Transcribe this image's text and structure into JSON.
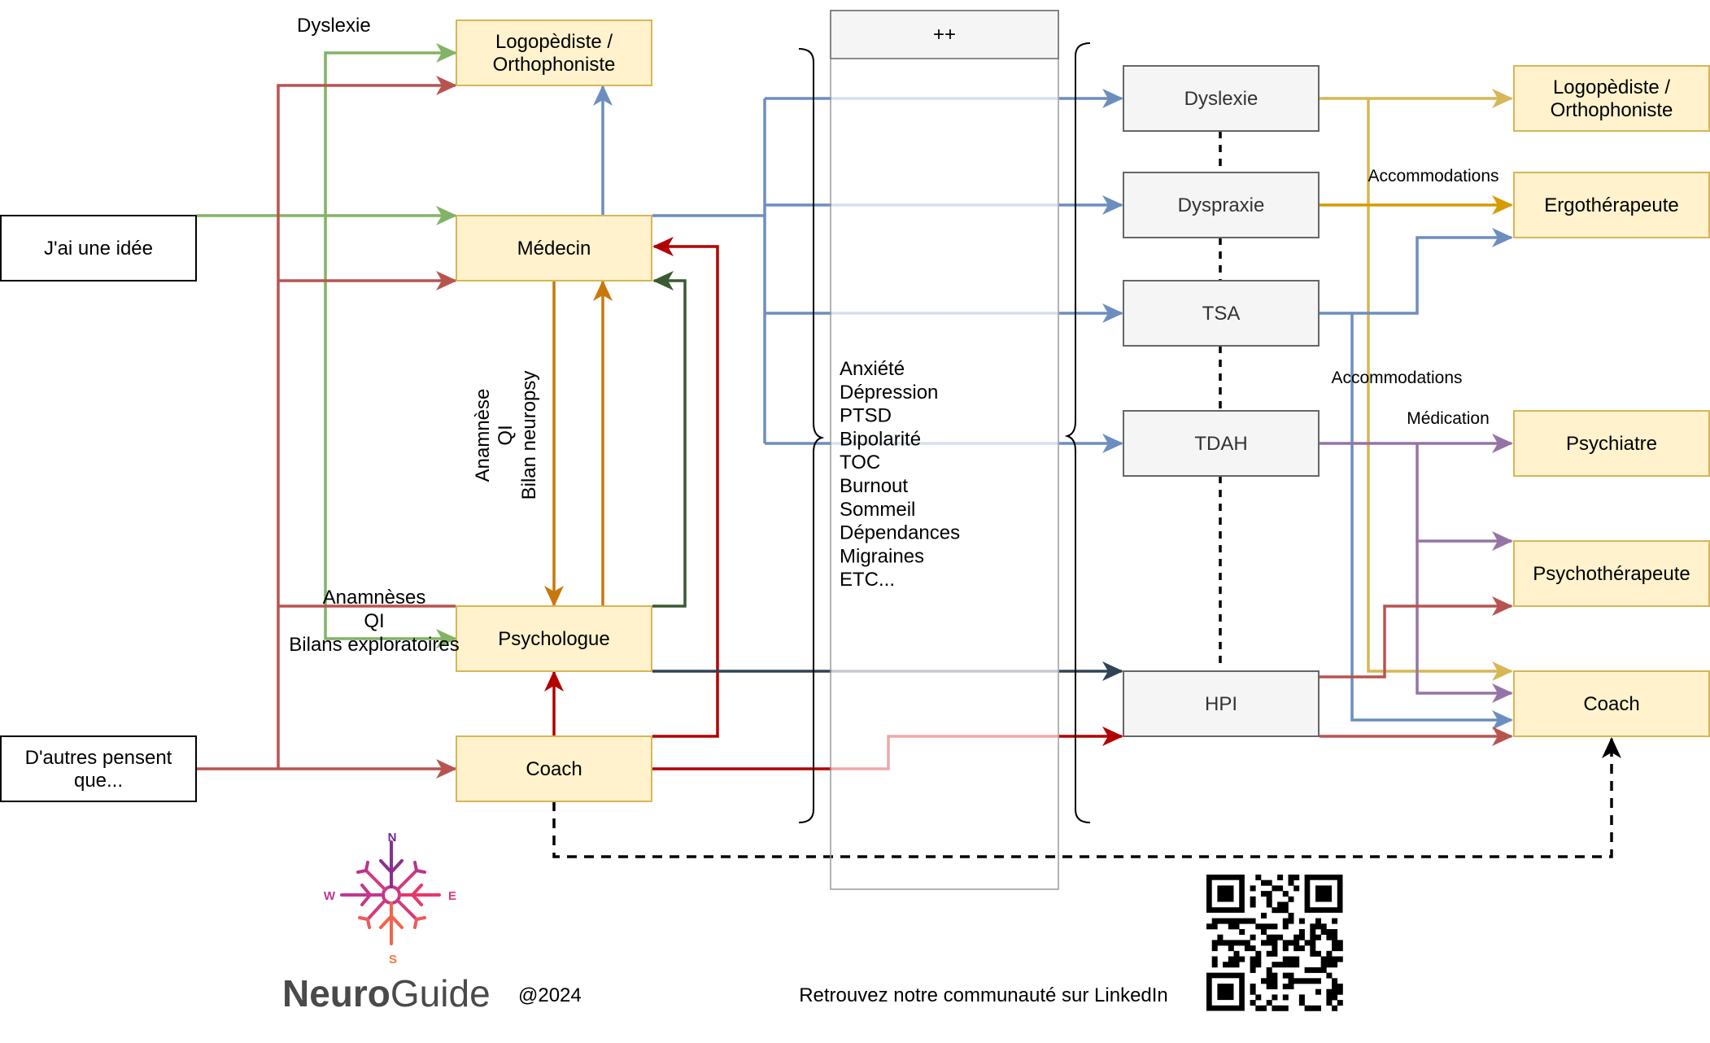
{
  "colors": {
    "box_yellow_fill": "#fff2cc",
    "box_yellow_stroke": "#d6b656",
    "box_grey_fill": "#f5f5f5",
    "box_grey_stroke": "#666666",
    "edge_green": "#82b366",
    "edge_red": "#b85450",
    "edge_darkred": "#b20000",
    "edge_blue": "#6c8ebf",
    "edge_orange": "#c8780a",
    "edge_darkgreen": "#3a5a32",
    "edge_navy": "#314354",
    "edge_gold": "#d6b656",
    "edge_amber": "#d79b00",
    "edge_purple": "#9673a6",
    "edge_pink": "#f0a8a8",
    "brand_gray": "#4a4a4a"
  },
  "inputs": {
    "idea": "J'ai une idée",
    "others_line1": "D'autres pensent",
    "others_line2": "que..."
  },
  "left_nodes": {
    "logo_line1": "Logopèdiste /",
    "logo_line2": "Orthophoniste",
    "medecin": "Médecin",
    "psychologue": "Psychologue",
    "coach": "Coach"
  },
  "labels": {
    "dyslexie_top": "Dyslexie",
    "vertical_1": "Anamnèse",
    "vertical_2": "QI",
    "vertical_3": "Bilan neuropsy",
    "anamneses": "Anamnèses",
    "qi": "QI",
    "bilans": "Bilans exploratoires",
    "accommodations_1": "Accommodations",
    "accommodations_2": "Accommodations",
    "medication": "Médication"
  },
  "middle": {
    "header": "++",
    "conditions": [
      "Anxiété",
      "Dépression",
      "PTSD",
      "Bipolarité",
      "TOC",
      "Burnout",
      "Sommeil",
      "Dépendances",
      "Migraines",
      "ETC..."
    ]
  },
  "diagnoses": {
    "dyslexie": "Dyslexie",
    "dyspraxie": "Dyspraxie",
    "tsa": "TSA",
    "tdah": "TDAH",
    "hpi": "HPI"
  },
  "right_nodes": {
    "logo_line1": "Logopèdiste /",
    "logo_line2": "Orthophoniste",
    "ergo": "Ergothérapeute",
    "psychiatre": "Psychiatre",
    "psychotherapeute": "Psychothérapeute",
    "coach": "Coach"
  },
  "footer": {
    "brand_bold": "Neuro",
    "brand_light": "Guide",
    "year": "@2024",
    "community": "Retrouvez notre communauté sur LinkedIn",
    "compass_n": "N",
    "compass_w": "W",
    "compass_e": "E",
    "compass_s": "S"
  }
}
